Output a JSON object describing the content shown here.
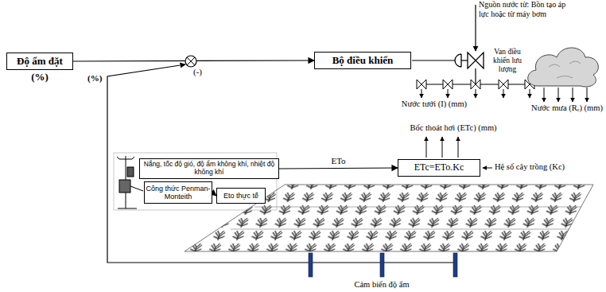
{
  "diagram": {
    "nodes": [
      {
        "text": [
          "Độ ẩm đặt",
          "(%)"
        ]
      },
      {
        "text": [
          "Bộ điều khiển"
        ]
      },
      {
        "text": [
          "Nắng, tốc độ gió, độ ẩm không khí, nhiệt độ không khí"
        ]
      },
      {
        "text": [
          "Công thức Penman-Monteith"
        ]
      },
      {
        "text": [
          "Eto thực tế"
        ]
      },
      {
        "text": [
          "ETc=ETo.Kc"
        ]
      }
    ],
    "edges": [
      {
        "from": 0,
        "to": 1,
        "arrow": "to"
      },
      {
        "from": 2,
        "to": 5,
        "label": "ETo",
        "arrow": "to"
      },
      {
        "from": 3,
        "to": 4,
        "arrow": "to"
      }
    ],
    "labels": [
      "(-)",
      "(%)",
      "Nguồn nước từ: Bồn tạo áp lực hoặc từ máy bơm",
      "Van điều khiển lưu lượng",
      "Nước tưới (I) (mm)",
      "Nước mưa (Rₑ) (mm)",
      "Bốc thoát hơi (ETc) (mm)",
      "Hệ số cây trồng (Kc)",
      "Cảm biến độ ẩm"
    ]
  }
}
